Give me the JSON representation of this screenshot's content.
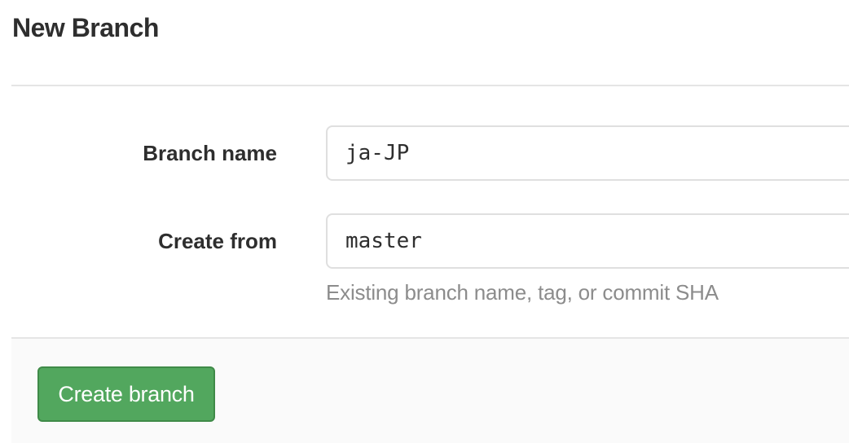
{
  "header": {
    "title": "New Branch"
  },
  "form": {
    "branch_name": {
      "label": "Branch name",
      "value": "ja-JP"
    },
    "create_from": {
      "label": "Create from",
      "value": "master",
      "help": "Existing branch name, tag, or commit SHA"
    }
  },
  "footer": {
    "submit_label": "Create branch"
  },
  "colors": {
    "primary_button": "#52a75e",
    "footer_background": "#fafafa",
    "help_text": "#8c8c8c"
  }
}
